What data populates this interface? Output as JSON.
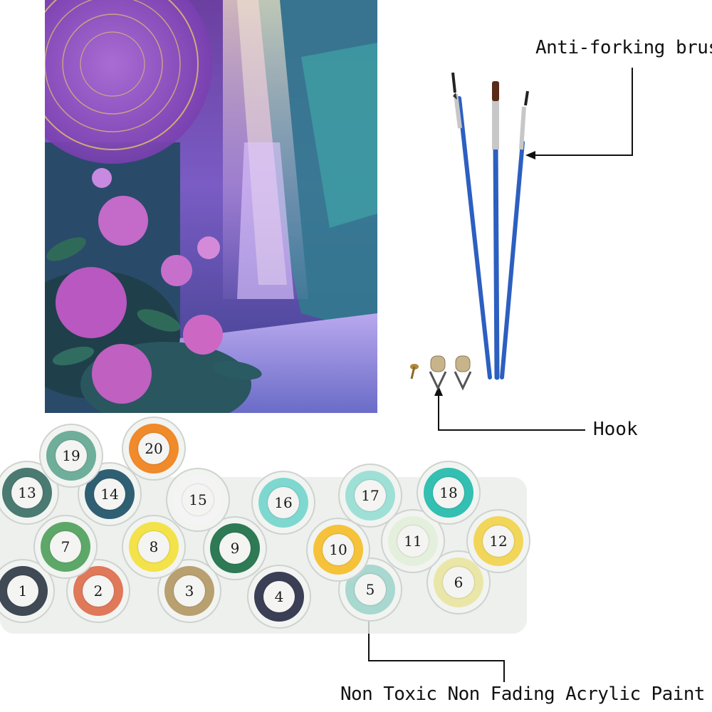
{
  "callouts": {
    "brushes": "Anti-forking brushe",
    "hook": "Hook",
    "paint": "Non Toxic Non Fading Acrylic Paint"
  },
  "paint_pots": [
    {
      "number": "1",
      "color": "#3f4a55"
    },
    {
      "number": "2",
      "color": "#e0785a"
    },
    {
      "number": "3",
      "color": "#b9a070"
    },
    {
      "number": "4",
      "color": "#3b3f55"
    },
    {
      "number": "5",
      "color": "#a8d8cf"
    },
    {
      "number": "6",
      "color": "#e9e6a8"
    },
    {
      "number": "7",
      "color": "#5da868"
    },
    {
      "number": "8",
      "color": "#f3e24a"
    },
    {
      "number": "9",
      "color": "#2e7a55"
    },
    {
      "number": "10",
      "color": "#f5c23a"
    },
    {
      "number": "11",
      "color": "#e4f0dc"
    },
    {
      "number": "12",
      "color": "#f2d65a"
    },
    {
      "number": "13",
      "color": "#4a7a72"
    },
    {
      "number": "14",
      "color": "#2f5f72"
    },
    {
      "number": "15",
      "color": "#f4f4f4"
    },
    {
      "number": "16",
      "color": "#7fd8d0"
    },
    {
      "number": "17",
      "color": "#9fe0d6"
    },
    {
      "number": "18",
      "color": "#33bfb2"
    },
    {
      "number": "19",
      "color": "#6fae9a"
    },
    {
      "number": "20",
      "color": "#f08a2a"
    }
  ]
}
